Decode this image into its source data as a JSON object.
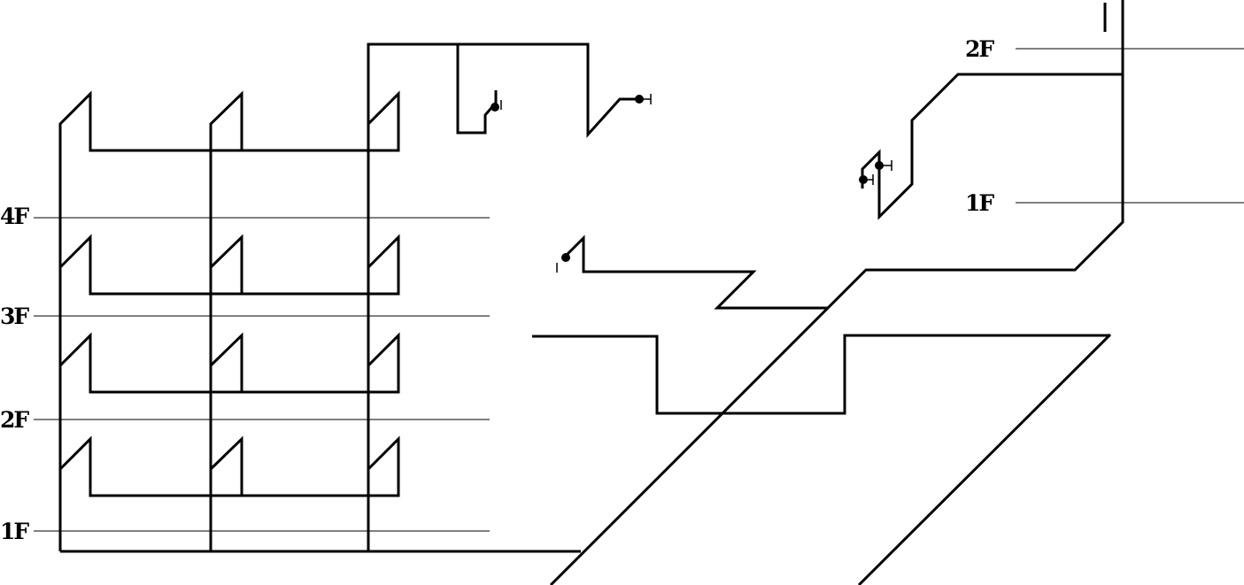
{
  "floor_labels_left": [
    "4F",
    "3F",
    "2F",
    "1F"
  ],
  "floor_labels_right": [
    "2F",
    "1F"
  ],
  "colors": {
    "line": "#000000",
    "background": "#ffffff"
  }
}
